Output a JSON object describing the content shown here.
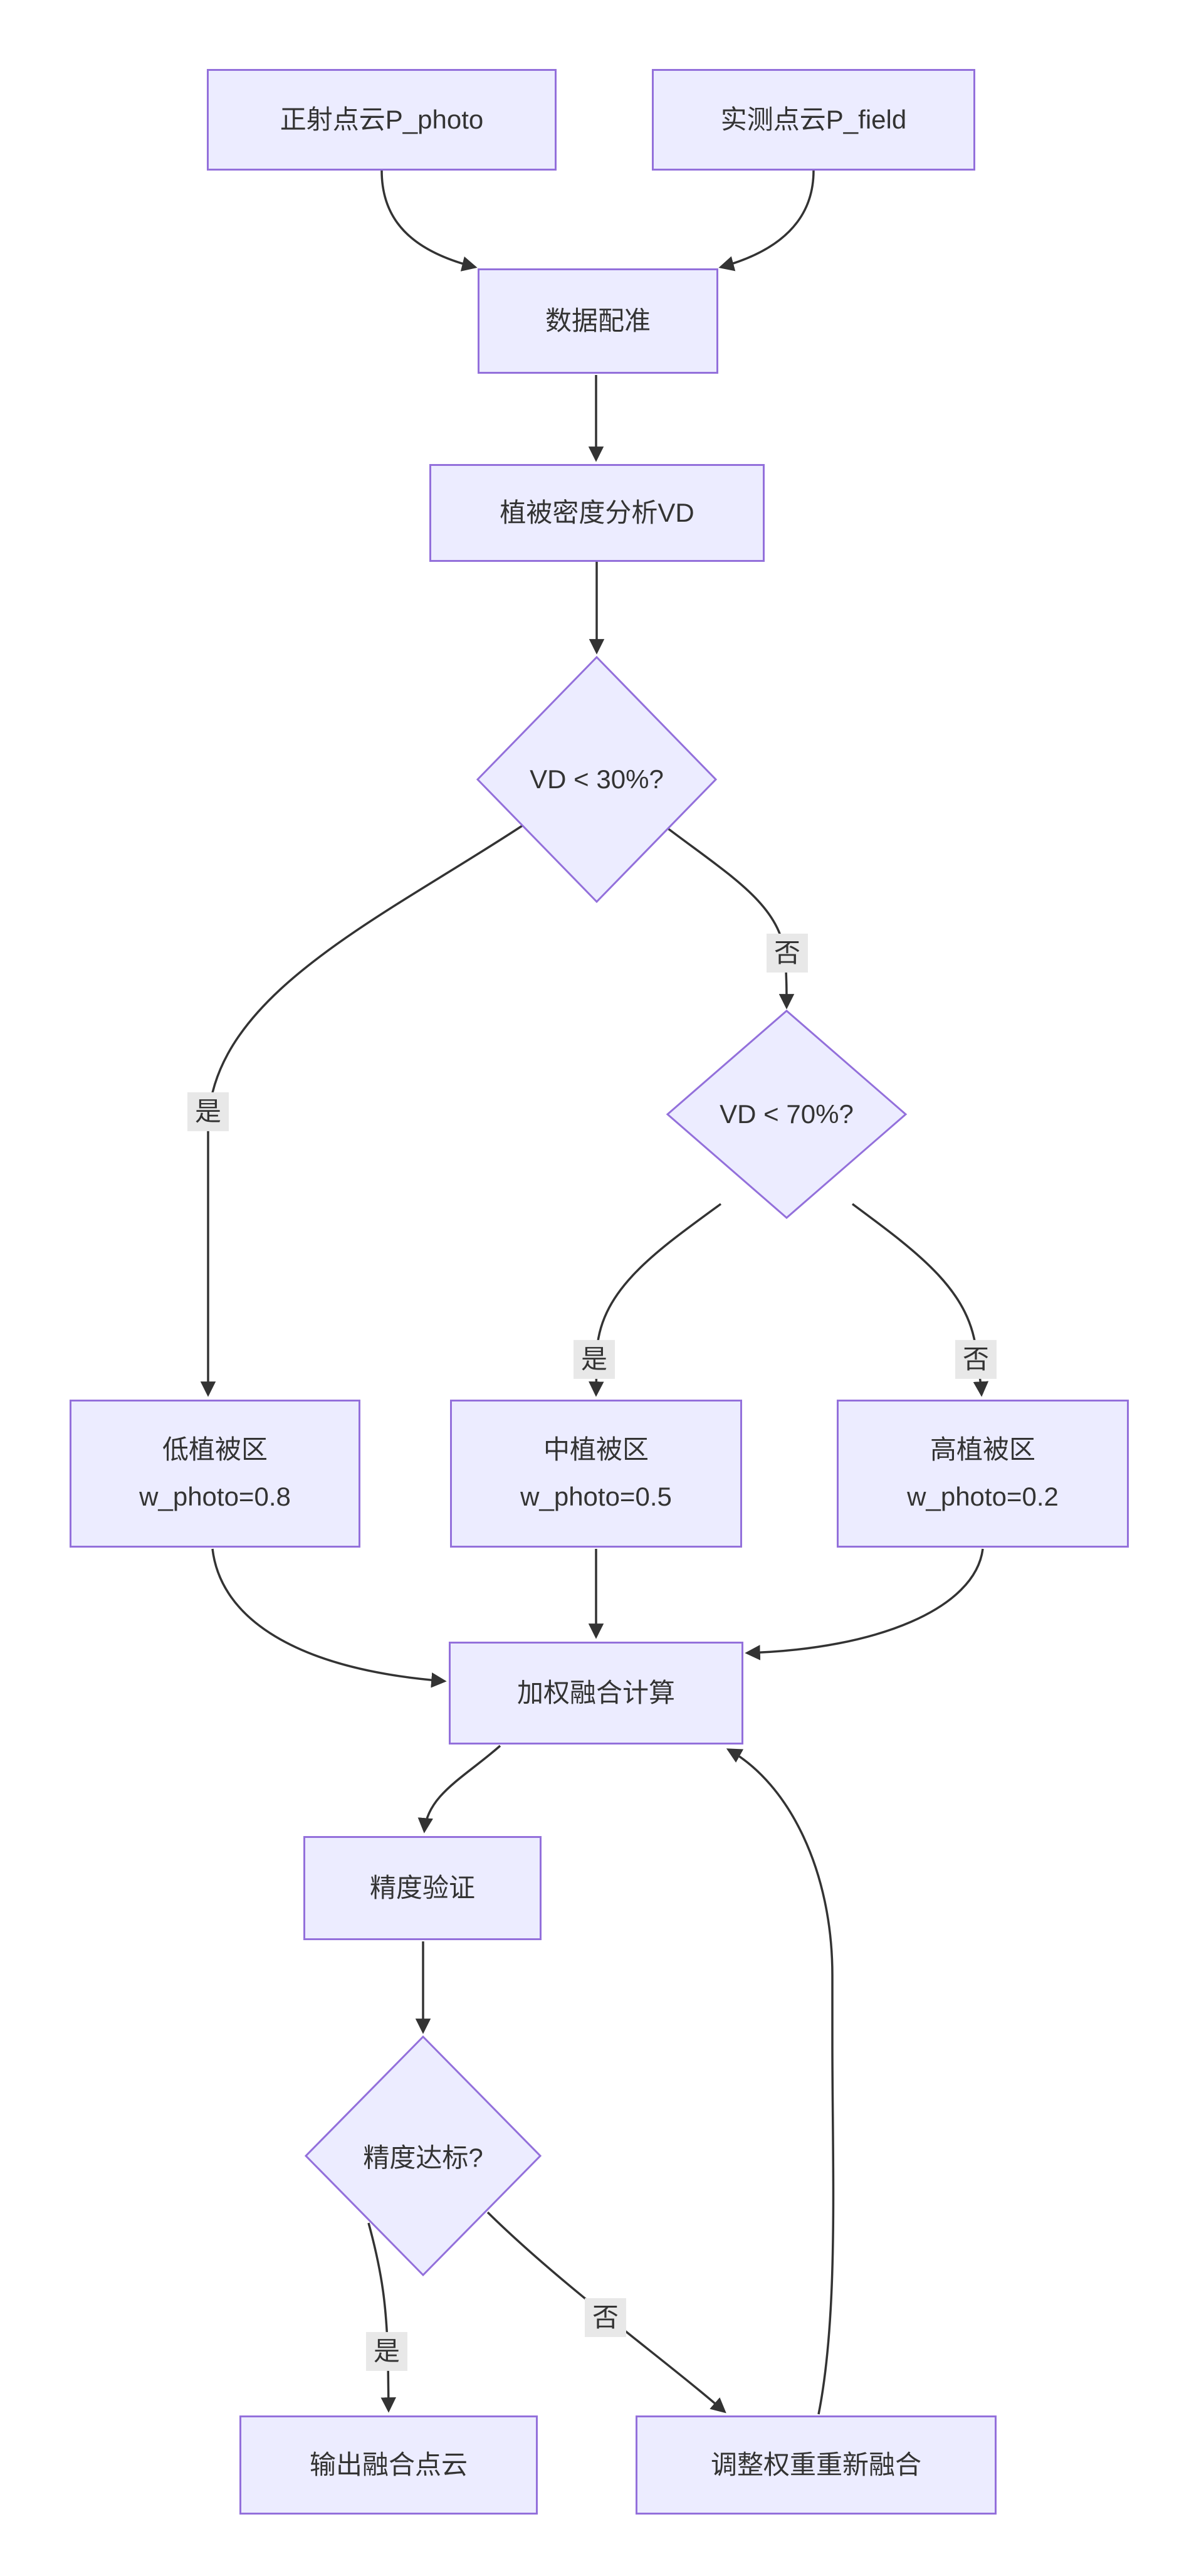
{
  "colors": {
    "background": "#ffffff",
    "node_fill": "#ECECFF",
    "node_border": "#9370DB",
    "edge": "#333333",
    "text": "#333333",
    "label_bg": "#e8e8e8"
  },
  "diagram": {
    "type": "flowchart",
    "nodes": {
      "photo": {
        "label": "正射点云P_photo"
      },
      "field": {
        "label": "实测点云P_field"
      },
      "register": {
        "label": "数据配准"
      },
      "vd": {
        "label": "植被密度分析VD"
      },
      "vd30": {
        "label": "VD < 30%?"
      },
      "vd70": {
        "label": "VD < 70%?"
      },
      "low": {
        "label": "低植被区",
        "sublabel": "w_photo=0.8"
      },
      "mid": {
        "label": "中植被区",
        "sublabel": "w_photo=0.5"
      },
      "high": {
        "label": "高植被区",
        "sublabel": "w_photo=0.2"
      },
      "fusion": {
        "label": "加权融合计算"
      },
      "verify": {
        "label": "精度验证"
      },
      "accuracy": {
        "label": "精度达标?"
      },
      "output": {
        "label": "输出融合点云"
      },
      "adjust": {
        "label": "调整权重重新融合"
      }
    },
    "edge_labels": {
      "vd30_yes": "是",
      "vd30_no": "否",
      "vd70_yes": "是",
      "vd70_no": "否",
      "accuracy_yes": "是",
      "accuracy_no": "否"
    }
  }
}
